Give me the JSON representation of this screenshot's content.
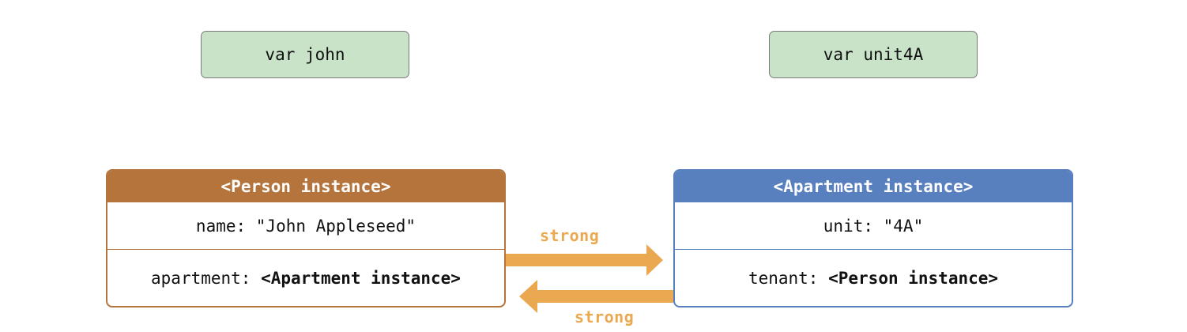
{
  "variables": {
    "john": "var john",
    "unit4A": "var unit4A"
  },
  "person_instance": {
    "title": "<Person instance>",
    "name_label": "name: ",
    "name_value": "\"John Appleseed\"",
    "apartment_label": "apartment: ",
    "apartment_value": "<Apartment instance>"
  },
  "apartment_instance": {
    "title": "<Apartment instance>",
    "unit_label": "unit: ",
    "unit_value": "\"4A\"",
    "tenant_label": "tenant: ",
    "tenant_value": "<Person instance>"
  },
  "references": {
    "person_to_apartment": "strong",
    "apartment_to_person": "strong"
  },
  "colors": {
    "variable_fill": "#c8e3c8",
    "person": "#b5743c",
    "apartment": "#587fbe",
    "strong_arrow": "#eaa950"
  }
}
